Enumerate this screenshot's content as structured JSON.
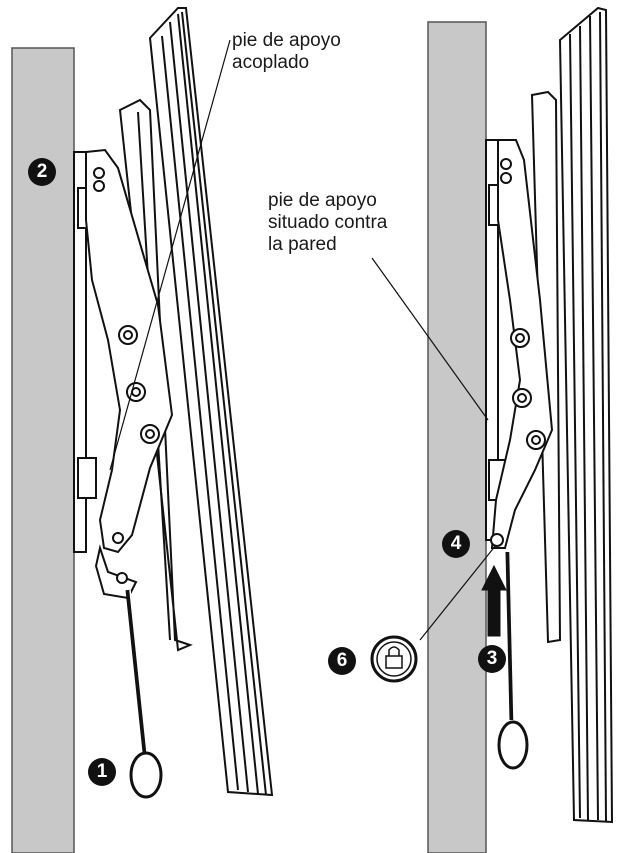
{
  "callouts": {
    "attached": [
      "pie de apoyo",
      "acoplado"
    ],
    "against_wall": [
      "pie de apoyo",
      "situado contra",
      "la pared"
    ]
  },
  "steps": {
    "one": "1",
    "two": "2",
    "three": "3",
    "four": "4",
    "six": "6"
  },
  "icons": {
    "lock": "lock-icon",
    "arrow": "up-arrow-icon",
    "pull_ring": "pull-ring-icon"
  },
  "colors": {
    "wall": "#c8c8c8",
    "line": "#111111",
    "badge": "#111111"
  }
}
